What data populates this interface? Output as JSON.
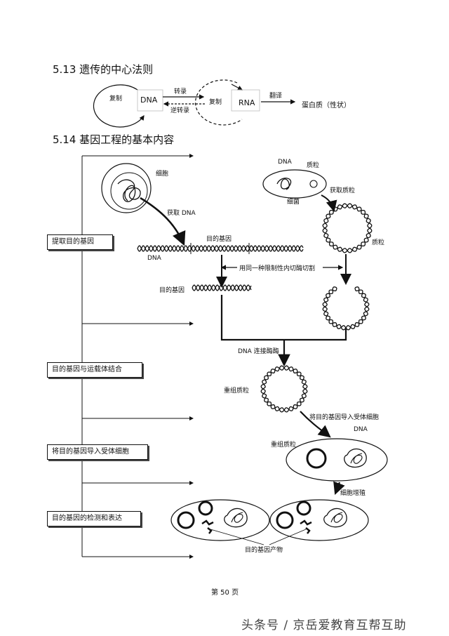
{
  "section1": {
    "title": "5.13 遗传的中心法则",
    "fuzhi1": "复制",
    "dna": "DNA",
    "zhuanlu": "转录",
    "nizhuanlu": "逆转录",
    "fuzhi2": "复制",
    "rna": "RNA",
    "fanyi": "翻译",
    "protein": "蛋白质（性状）"
  },
  "section2": {
    "title": "5.14 基因工程的基本内容",
    "steps": [
      "提取目的基因",
      "目的基因与运载体结合",
      "将目的基因导入受体细胞",
      "目的基因的检测和表达"
    ],
    "labels": {
      "cell": "细胞",
      "get_dna": "获取 DNA",
      "target_gene_top": "目的基因",
      "dna_strand": "DNA",
      "same_enzyme": "用同一种限制性内切酶切割",
      "target_gene_left": "目的基因",
      "bacteria_dna": "DNA",
      "plasmid": "质粒",
      "bacterium": "细菌",
      "get_plasmid": "获取质粒",
      "plasmid_ring": "质粒",
      "ligase": "DNA 连接酶酶",
      "recombinant_plasmid": "重组质粒",
      "introduce": "将目的基因导入受体细胞",
      "host_dna": "DNA",
      "recombinant_plasmid2": "重组质粒",
      "proliferation": "细胞增殖",
      "product": "目的基因产物"
    }
  },
  "footer": {
    "page": "第 50 页",
    "watermark": "头条号 / 京岳爱教育互帮互助"
  }
}
